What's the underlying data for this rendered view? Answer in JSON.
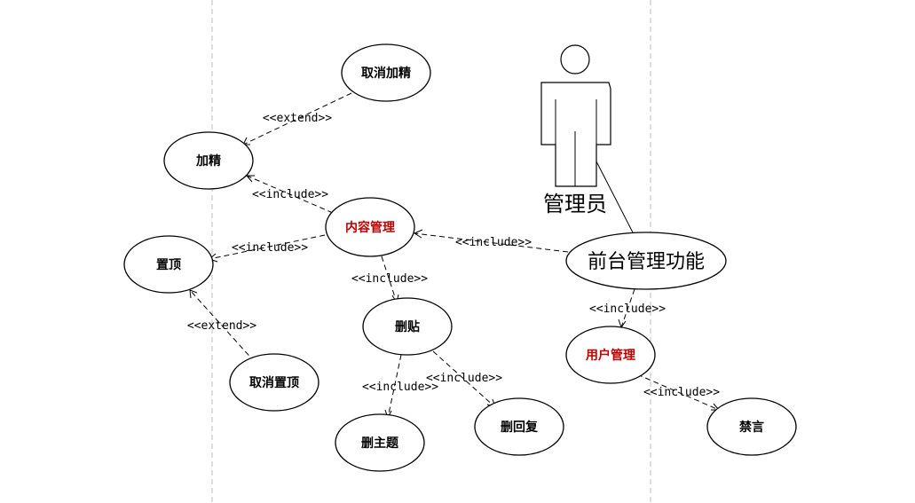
{
  "actor": {
    "name": "管理员"
  },
  "use_cases": {
    "qianTai": "前台管理功能",
    "neiRong": "内容管理",
    "yongHu": "用户管理",
    "jiaJing": "加精",
    "quXiaoJiaJing": "取消加精",
    "zhiDing": "置顶",
    "quXiaoZhiDing": "取消置顶",
    "shanTie": "删贴",
    "shanZhuTi": "删主题",
    "shanHuiFu": "删回复",
    "jinYan": "禁言"
  },
  "relations": {
    "qianTai_neiRong": "<<include>>",
    "qianTai_yongHu": "<<include>>",
    "neiRong_jiaJing": "<<include>>",
    "quXiaoJiaJing_jiaJing": "<<extend>>",
    "neiRong_zhiDing": "<<include>>",
    "quXiaoZhiDing_zhiDing": "<<extend>>",
    "neiRong_shanTie": "<<include>>",
    "shanTie_shanZhuTi": "<<include>>",
    "shanTie_shanHuiFu": "<<include>>",
    "yongHu_jinYan": "<<include>>"
  },
  "colors": {
    "highlight_text": "#c00000",
    "lines": "#000000",
    "lane_divider": "#bdbdbd"
  }
}
